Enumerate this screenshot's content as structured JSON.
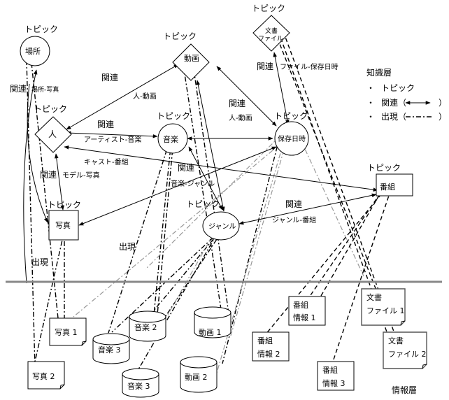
{
  "topic_label": "トピック",
  "topics": {
    "basho": "場所",
    "hito": "人",
    "douga": "動画",
    "bunsho_l1": "文書",
    "bunsho_l2": "ファイル",
    "ongaku": "音楽",
    "hozon": "保存日時",
    "shashin": "写真",
    "genre": "ジャンル",
    "bangumi": "番組"
  },
  "relations": {
    "kanren": "関連",
    "basho_shashin": "場所-写真",
    "hito_douga": "人-動画",
    "artist_ongaku": "アーティスト-音楽",
    "cast_bangumi": "キャスト-番組",
    "model_shashin": "モデル-写真",
    "ongaku_genre": "音楽-ジャンル",
    "genre_bangumi": "ジャンル-番組",
    "file_hozon": "ファイル-保存日時",
    "shutsugen": "出現"
  },
  "legend": {
    "title": "知識層",
    "bullet": "・",
    "item_topic": "トピック",
    "item_relation": "関連（",
    "item_appearance": "出現（",
    "close": "）"
  },
  "info_layer": {
    "title": "情報層",
    "items": {
      "photo1": "写真 1",
      "photo2": "写真 2",
      "music2": "音楽 2",
      "music3a": "音楽 3",
      "music3b": "音楽 3",
      "video1": "動画 1",
      "video2": "動画 2",
      "prog1_l1": "番組",
      "prog1_l2": "情報 1",
      "prog2_l1": "番組",
      "prog2_l2": "情報 2",
      "prog3_l1": "番組",
      "prog3_l2": "情報 3",
      "doc1_l1": "文書",
      "doc1_l2": "ファイル 1",
      "doc2_l1": "文書",
      "doc2_l2": "ファイル 2"
    }
  }
}
